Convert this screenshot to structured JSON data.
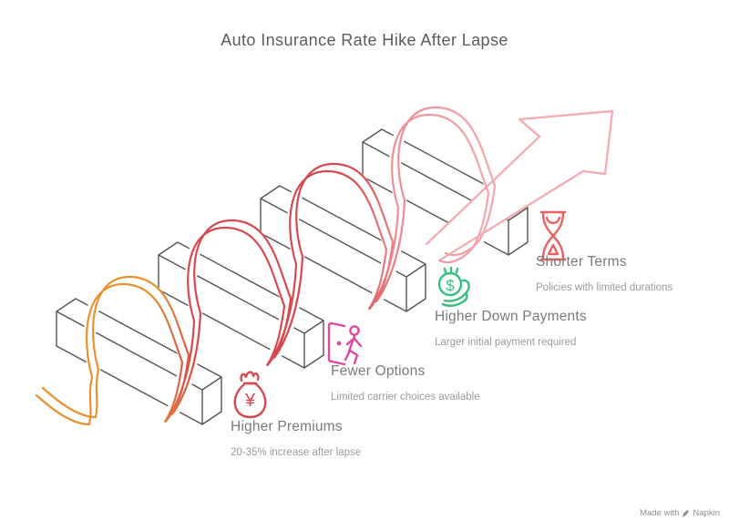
{
  "title": "Auto Insurance Rate Hike After Lapse",
  "steps": [
    {
      "label": "Higher Premiums",
      "description": "20-35% increase after lapse",
      "icon": "money-bag-icon",
      "icon_glyph": "¥",
      "color": "#d6494e"
    },
    {
      "label": "Fewer Options",
      "description": "Limited carrier choices available",
      "icon": "door-exit-icon",
      "icon_glyph": "",
      "color": "#e0479e"
    },
    {
      "label": "Higher Down Payments",
      "description": "Larger initial payment required",
      "icon": "hand-money-icon",
      "icon_glyph": "$",
      "color": "#36bf7f"
    },
    {
      "label": "Shorter Terms",
      "description": "Policies with limited durations",
      "icon": "hourglass-icon",
      "icon_glyph": "",
      "color": "#e9605f"
    }
  ],
  "colors": {
    "ribbon_orange": "#e8922f",
    "ribbon_red": "#d6494f",
    "ribbon_salmon": "#ee8f96",
    "arrow_pink": "#f5a8ae",
    "block_gray": "#545454",
    "title_gray": "#5c5c5c",
    "label_gray": "#7a7a7a",
    "description_gray": "#9b9b9b"
  },
  "watermark": {
    "prefix": "Made with",
    "brand": "Napkin"
  }
}
